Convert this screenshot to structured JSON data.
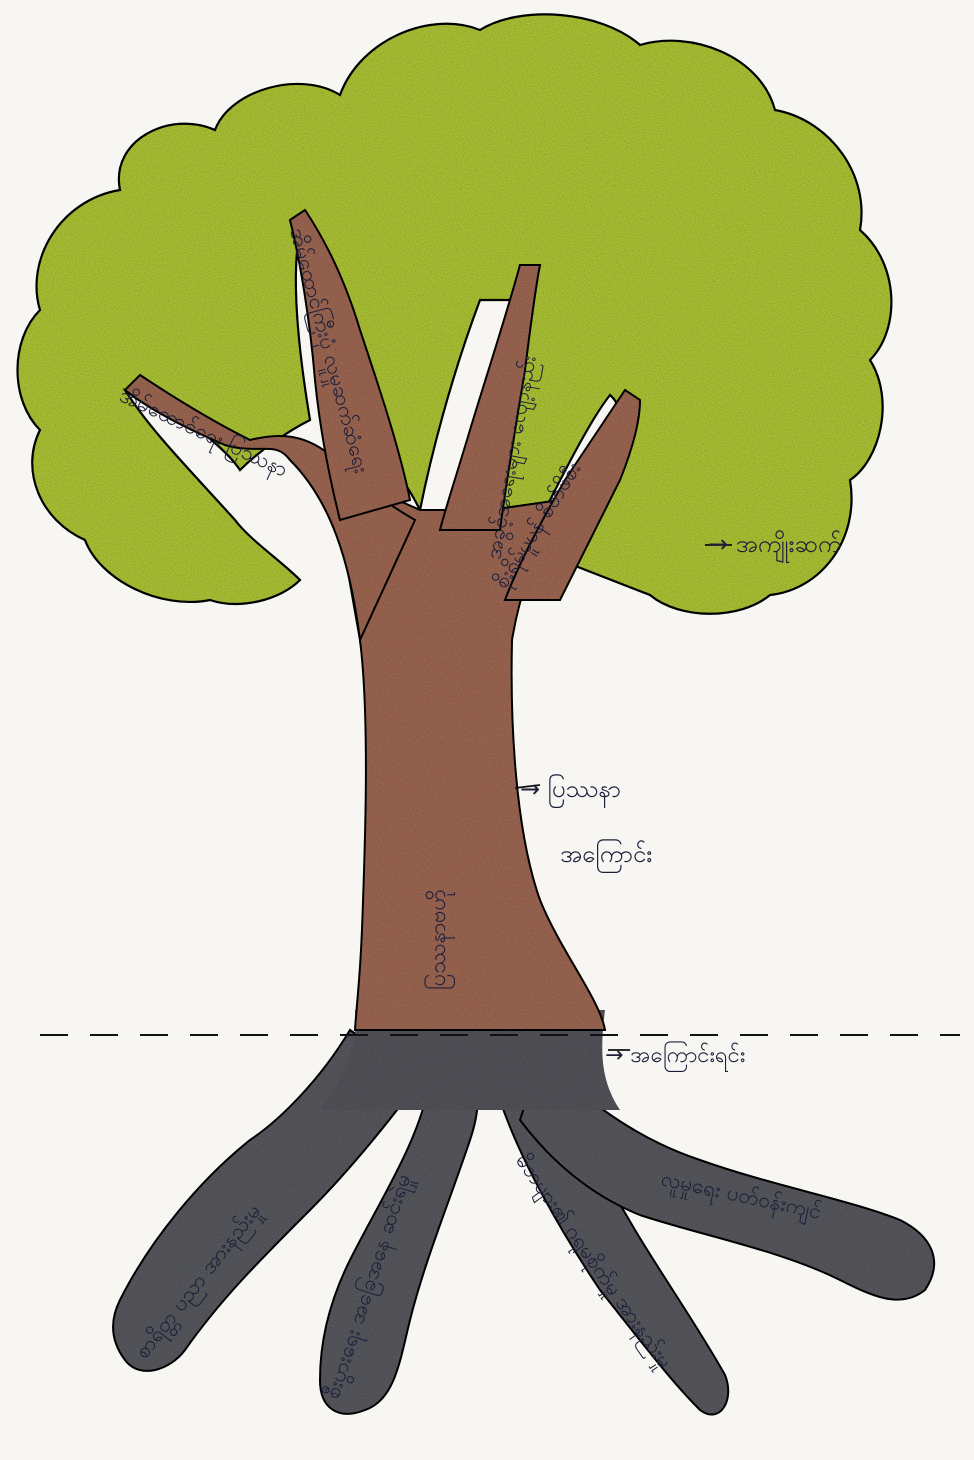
{
  "colors": {
    "paper": "#f7f6f2",
    "canopy_fill": "#b9d23a",
    "canopy_edge": "#8fae22",
    "trunk_fill": "#a9705a",
    "trunk_dark": "#8c5646",
    "roots_fill": "#5e6066",
    "roots_dark": "#3a3c42",
    "ink": "#1d1f3a",
    "line": "#111111"
  },
  "annotations": {
    "canopy": "→ အကျိုးဆက်",
    "trunk_line1": "→ ပြဿနာ",
    "trunk_line2": "အကြောင်း",
    "ground": "→ အကြောင်းရင်း"
  },
  "branches": [
    {
      "text": "အိမ်ထောင်ရေး ပြဿနာ"
    },
    {
      "text": "အိမ်ထောင်ကြီးပုံ လူမှုဆက်ဆံရေး"
    },
    {
      "text": "အခွင့်အရေးများ လျော့နည်း"
    },
    {
      "text": "စိုးရိမ်ပူပန် စိတ်ဖိစီး"
    }
  ],
  "trunk": {
    "text": "ပြဿနာဗဟို"
  },
  "roots": [
    {
      "text": "စာရိတ္တ ပညာ အားနည်းမှု"
    },
    {
      "text": "စီးပွားရေး အခြေအနေ ဆင်းရဲမှု"
    },
    {
      "text": "မိဘများ၏ ဂရုမစိုက်မှု အားနည်းမှု"
    },
    {
      "text": "လူမှုရေး ပတ်ဝန်းကျင်"
    }
  ]
}
